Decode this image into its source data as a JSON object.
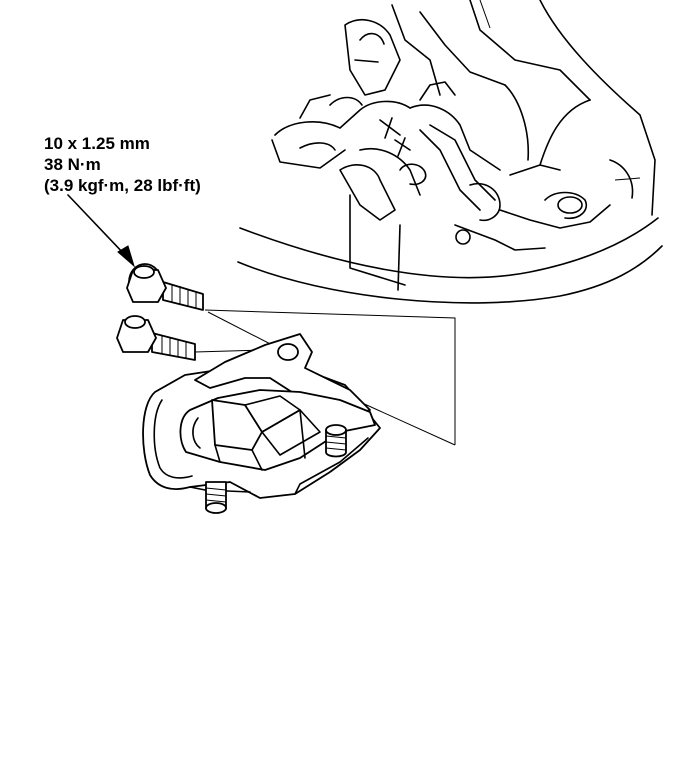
{
  "callout": {
    "size": "10 x 1.25 mm",
    "torque_nm": "38 N·m",
    "torque_alt": "(3.9 kgf·m, 28 lbf·ft)"
  }
}
